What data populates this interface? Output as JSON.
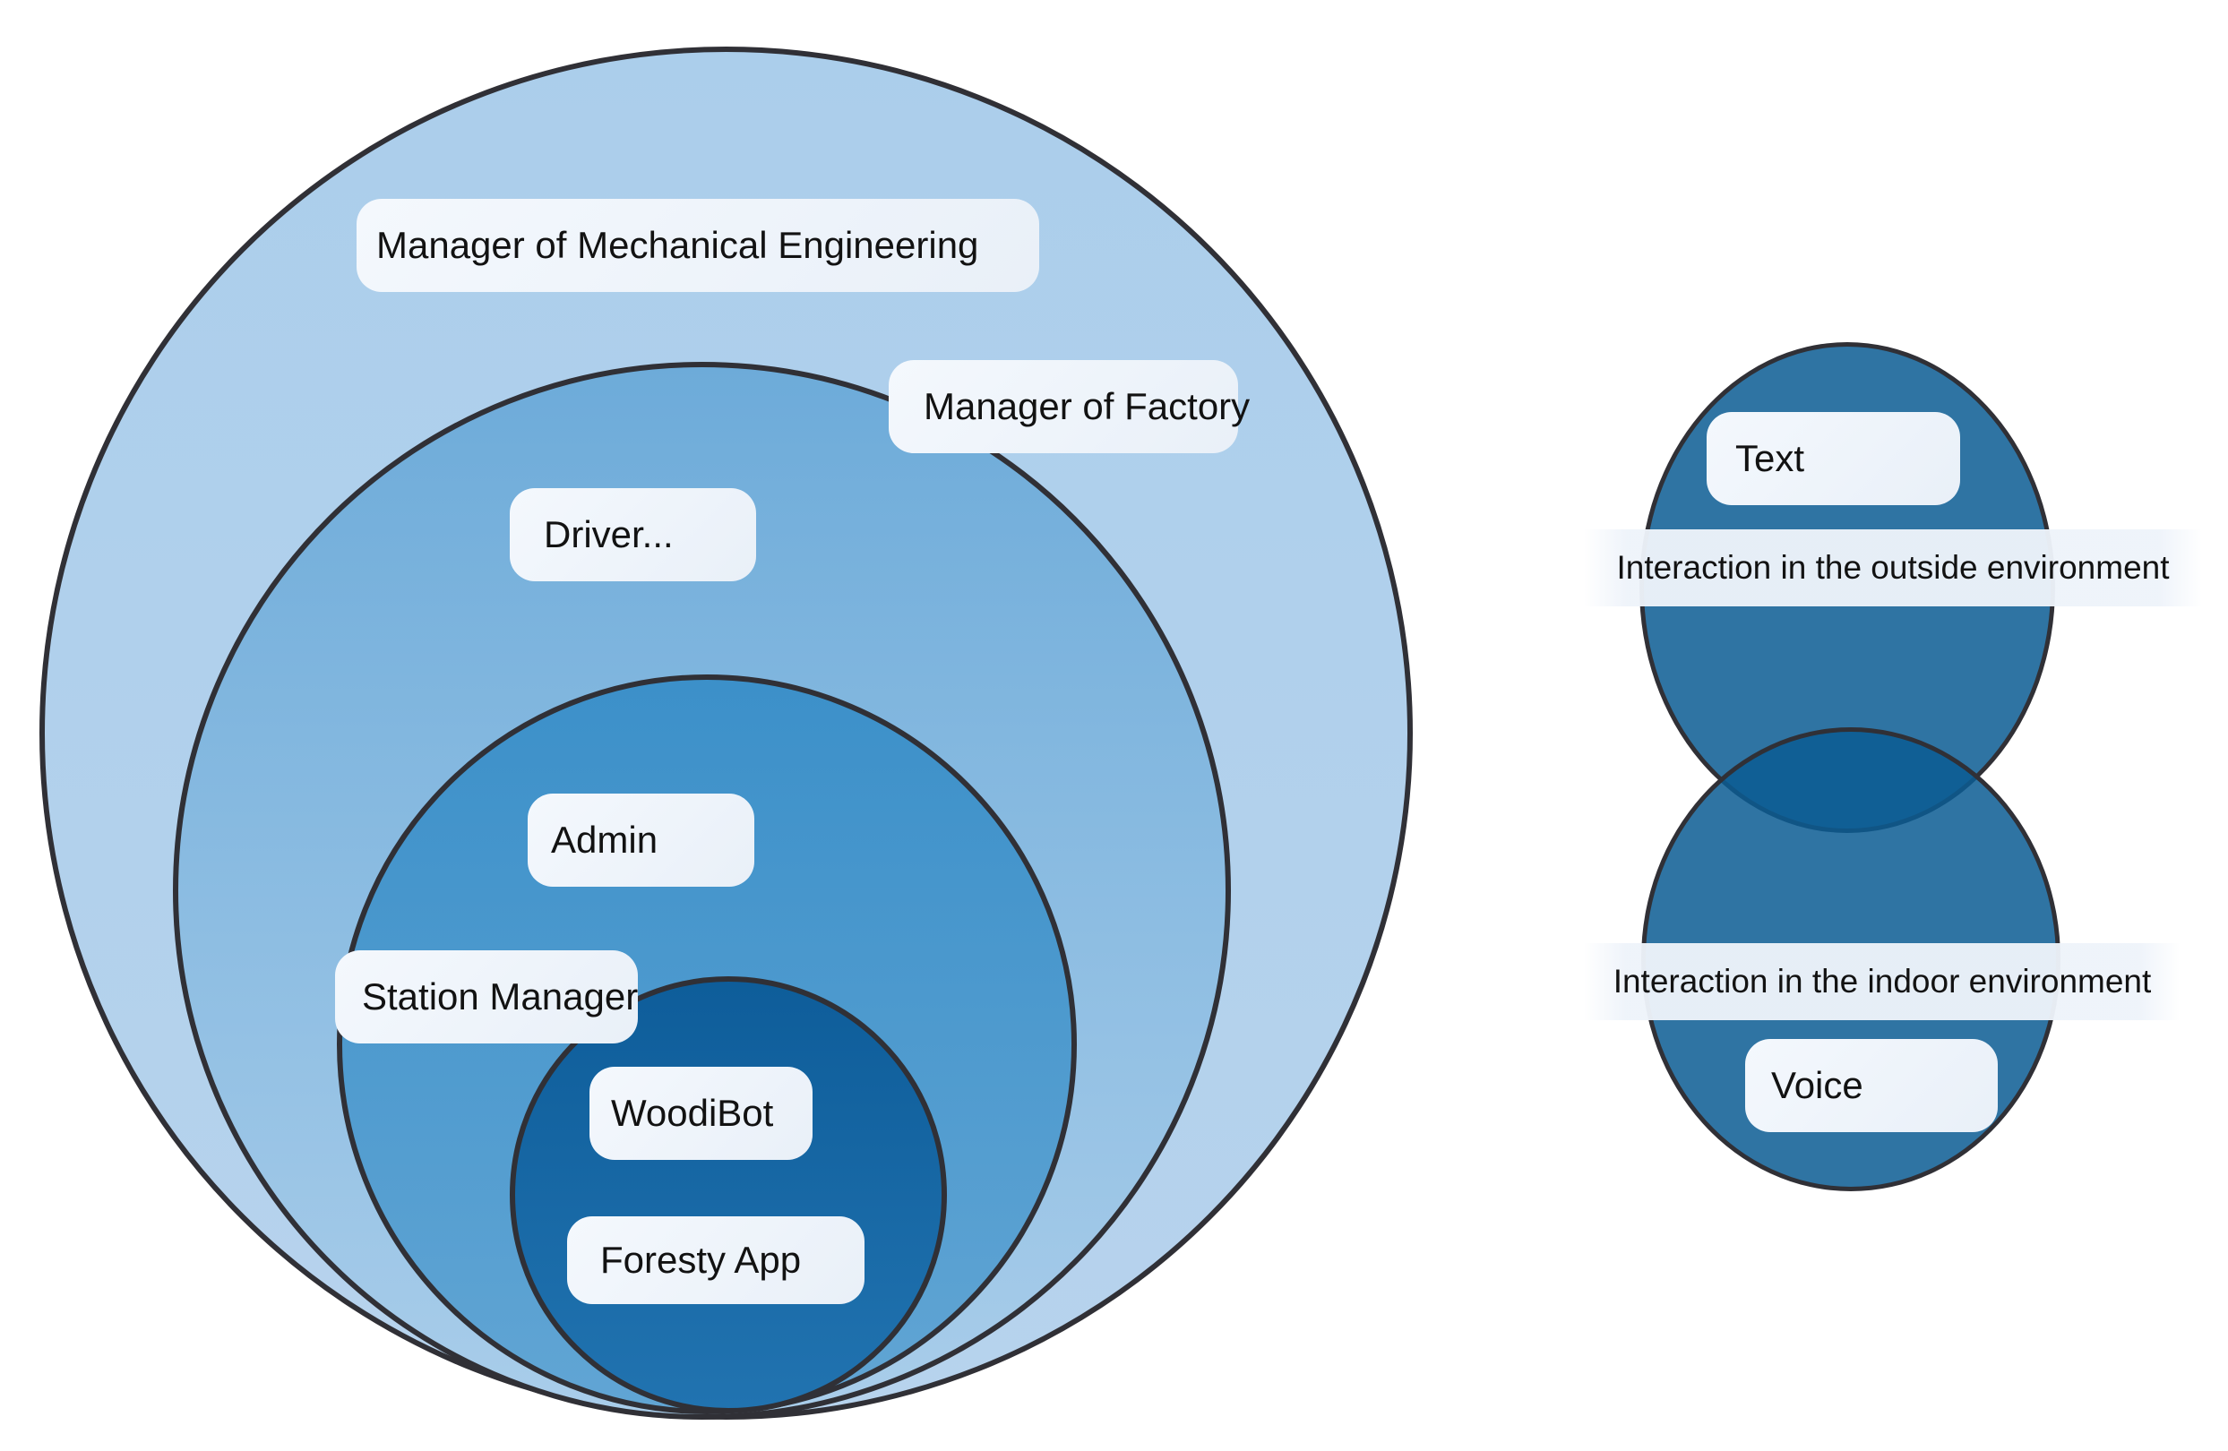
{
  "page": {
    "background": "#ffffff",
    "outline_color": "#303036",
    "pill_background": "#ecf2f9",
    "text_color": "#121212"
  },
  "onion": {
    "circles": [
      {
        "name": "ring-1-outermost",
        "fill_top": "#abceeb",
        "fill_bottom": "#b7d3ed"
      },
      {
        "name": "ring-2",
        "fill_top": "#6dabd9",
        "fill_bottom": "#a9cdea"
      },
      {
        "name": "ring-3",
        "fill_top": "#3c90c9",
        "fill_bottom": "#61a5d4"
      },
      {
        "name": "ring-4-innermost",
        "fill_top": "#0e5d9a",
        "fill_bottom": "#2173b0"
      }
    ],
    "labels": [
      {
        "id": "manager-mech-eng",
        "text": "Manager of Mechanical Engineering"
      },
      {
        "id": "manager-factory",
        "text": "Manager of Factory"
      },
      {
        "id": "driver",
        "text": "Driver..."
      },
      {
        "id": "admin",
        "text": "Admin"
      },
      {
        "id": "station-manager",
        "text": "Station Manager"
      },
      {
        "id": "woodibot",
        "text": "WoodiBot"
      },
      {
        "id": "foresty-app",
        "text": "Foresty App"
      }
    ]
  },
  "venn": {
    "circle_fill": "rgba(10,92,147,0.85)",
    "labels": [
      {
        "id": "text",
        "text": "Text"
      },
      {
        "id": "voice",
        "text": "Voice"
      }
    ],
    "banners": [
      {
        "id": "outside",
        "text": "Interaction in the outside environment"
      },
      {
        "id": "indoor",
        "text": "Interaction in the indoor environment"
      }
    ]
  }
}
